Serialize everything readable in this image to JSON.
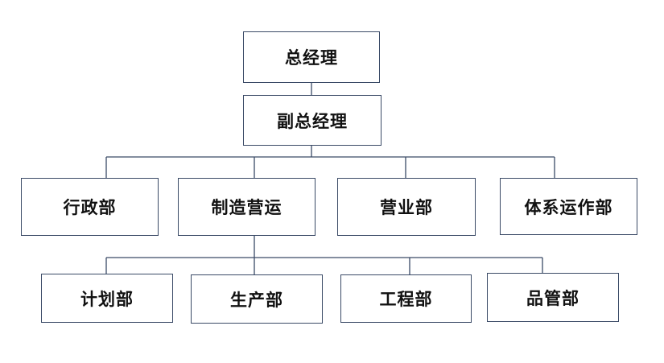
{
  "chart": {
    "ceo": "总经理",
    "deputy": "副总经理",
    "departments": {
      "admin": "行政部",
      "manufacturing": "制造营运",
      "sales": "营业部",
      "system": "体系运作部"
    },
    "manufacturing_units": {
      "planning": "计划部",
      "production": "生产部",
      "engineering": "工程部",
      "quality": "品管部"
    }
  },
  "colors": {
    "line": "#3a4a66",
    "border": "#3a4a66",
    "text": "#111111",
    "background": "#ffffff"
  }
}
